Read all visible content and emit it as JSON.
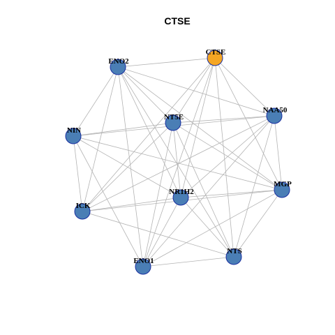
{
  "title": "CTSE",
  "colors": {
    "hub": "#F5A623",
    "node": "#4A7EB5",
    "node_stroke": "#1a2fa0",
    "edge": "#b3b3b3"
  },
  "nodes": [
    {
      "id": "CTSE",
      "hub": true
    },
    {
      "id": "NAA50",
      "hub": false
    },
    {
      "id": "MGP",
      "hub": false
    },
    {
      "id": "NTS",
      "hub": false
    },
    {
      "id": "ENO1",
      "hub": false
    },
    {
      "id": "ICK",
      "hub": false
    },
    {
      "id": "NIN",
      "hub": false
    },
    {
      "id": "ENO2",
      "hub": false
    },
    {
      "id": "NT5E",
      "hub": false
    },
    {
      "id": "NR1H2",
      "hub": false
    }
  ],
  "edges": [
    [
      "CTSE",
      "ENO2"
    ],
    [
      "CTSE",
      "NT5E"
    ],
    [
      "CTSE",
      "NAA50"
    ],
    [
      "CTSE",
      "MGP"
    ],
    [
      "CTSE",
      "NR1H2"
    ],
    [
      "CTSE",
      "NTS"
    ],
    [
      "CTSE",
      "ENO1"
    ],
    [
      "CTSE",
      "ICK"
    ],
    [
      "ENO2",
      "NT5E"
    ],
    [
      "ENO2",
      "NAA50"
    ],
    [
      "ENO2",
      "NIN"
    ],
    [
      "ENO2",
      "ICK"
    ],
    [
      "ENO2",
      "ENO1"
    ],
    [
      "ENO2",
      "NR1H2"
    ],
    [
      "ENO2",
      "NTS"
    ],
    [
      "ENO2",
      "MGP"
    ],
    [
      "NT5E",
      "NAA50"
    ],
    [
      "NT5E",
      "NIN"
    ],
    [
      "NT5E",
      "ICK"
    ],
    [
      "NT5E",
      "ENO1"
    ],
    [
      "NT5E",
      "NR1H2"
    ],
    [
      "NT5E",
      "NTS"
    ],
    [
      "NT5E",
      "MGP"
    ],
    [
      "NAA50",
      "NIN"
    ],
    [
      "NAA50",
      "ICK"
    ],
    [
      "NAA50",
      "ENO1"
    ],
    [
      "NAA50",
      "NR1H2"
    ],
    [
      "NAA50",
      "NTS"
    ],
    [
      "NAA50",
      "MGP"
    ],
    [
      "NIN",
      "ICK"
    ],
    [
      "NIN",
      "ENO1"
    ],
    [
      "NIN",
      "NR1H2"
    ],
    [
      "NIN",
      "MGP"
    ],
    [
      "ICK",
      "MGP"
    ],
    [
      "ICK",
      "NTS"
    ],
    [
      "ICK",
      "NR1H2"
    ],
    [
      "ENO1",
      "NTS"
    ],
    [
      "ENO1",
      "MGP"
    ],
    [
      "ENO1",
      "NR1H2"
    ],
    [
      "NR1H2",
      "NTS"
    ],
    [
      "NR1H2",
      "MGP"
    ],
    [
      "NTS",
      "MGP"
    ]
  ]
}
